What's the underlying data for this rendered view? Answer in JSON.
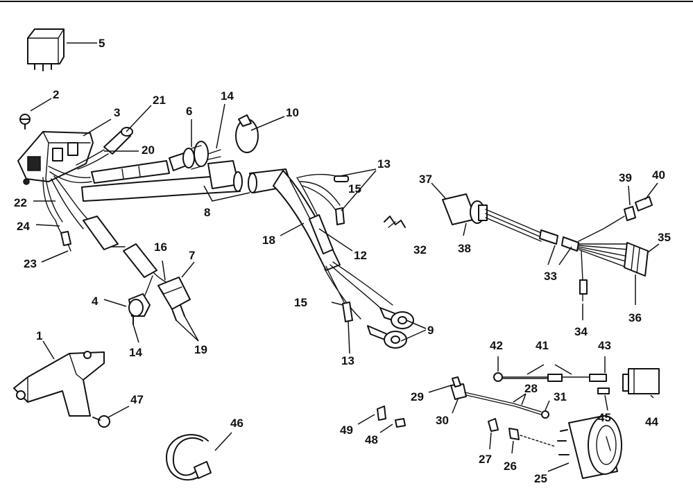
{
  "callouts": [
    {
      "id": "c1",
      "text": "1"
    },
    {
      "id": "c2",
      "text": "2"
    },
    {
      "id": "c3",
      "text": "3"
    },
    {
      "id": "c4",
      "text": "4"
    },
    {
      "id": "c5",
      "text": "5"
    },
    {
      "id": "c6",
      "text": "6"
    },
    {
      "id": "c7",
      "text": "7"
    },
    {
      "id": "c8",
      "text": "8"
    },
    {
      "id": "c9",
      "text": "9"
    },
    {
      "id": "c10",
      "text": "10"
    },
    {
      "id": "c12",
      "text": "12"
    },
    {
      "id": "c13a",
      "text": "13"
    },
    {
      "id": "c13b",
      "text": "13"
    },
    {
      "id": "c14a",
      "text": "14"
    },
    {
      "id": "c14b",
      "text": "14"
    },
    {
      "id": "c15a",
      "text": "15"
    },
    {
      "id": "c15b",
      "text": "15"
    },
    {
      "id": "c16",
      "text": "16"
    },
    {
      "id": "c18",
      "text": "18"
    },
    {
      "id": "c19",
      "text": "19"
    },
    {
      "id": "c20",
      "text": "20"
    },
    {
      "id": "c21",
      "text": "21"
    },
    {
      "id": "c22",
      "text": "22"
    },
    {
      "id": "c23",
      "text": "23"
    },
    {
      "id": "c24",
      "text": "24"
    },
    {
      "id": "c25",
      "text": "25"
    },
    {
      "id": "c26",
      "text": "26"
    },
    {
      "id": "c27",
      "text": "27"
    },
    {
      "id": "c28",
      "text": "28"
    },
    {
      "id": "c29",
      "text": "29"
    },
    {
      "id": "c30",
      "text": "30"
    },
    {
      "id": "c31",
      "text": "31"
    },
    {
      "id": "c32",
      "text": "32"
    },
    {
      "id": "c33",
      "text": "33"
    },
    {
      "id": "c34",
      "text": "34"
    },
    {
      "id": "c35",
      "text": "35"
    },
    {
      "id": "c36",
      "text": "36"
    },
    {
      "id": "c37",
      "text": "37"
    },
    {
      "id": "c38",
      "text": "38"
    },
    {
      "id": "c39",
      "text": "39"
    },
    {
      "id": "c40",
      "text": "40"
    },
    {
      "id": "c41",
      "text": "41"
    },
    {
      "id": "c42",
      "text": "42"
    },
    {
      "id": "c43",
      "text": "43"
    },
    {
      "id": "c44",
      "text": "44"
    },
    {
      "id": "c45",
      "text": "45"
    },
    {
      "id": "c46",
      "text": "46"
    },
    {
      "id": "c47",
      "text": "47"
    },
    {
      "id": "c48",
      "text": "48"
    },
    {
      "id": "c49",
      "text": "49"
    }
  ]
}
